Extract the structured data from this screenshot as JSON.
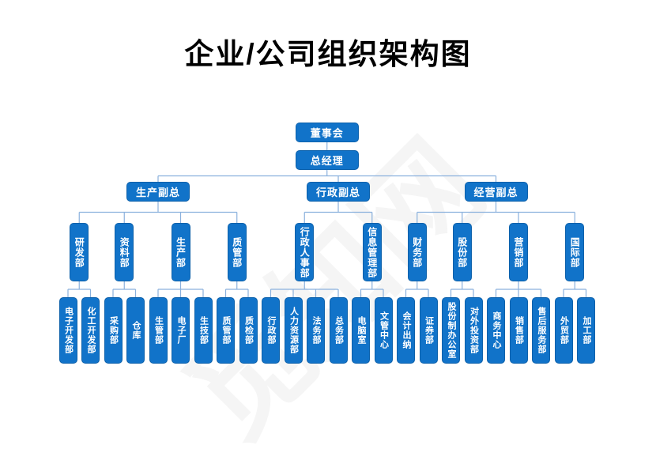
{
  "title": "企业/公司组织架构图",
  "watermark": "觅知网",
  "colors": {
    "box": "#1173c9",
    "box_border": "#0d61ab",
    "box_text": "#ffffff",
    "connector": "#8ab1dd",
    "title": "#000000"
  },
  "tree": {
    "label": "董事会",
    "children": [
      {
        "label": "总经理",
        "children": [
          {
            "label": "生产副总",
            "children": [
              {
                "label": "研发部",
                "children": [
                  {
                    "label": "电子开发部"
                  },
                  {
                    "label": "化工开发部"
                  }
                ]
              },
              {
                "label": "资料部",
                "children": [
                  {
                    "label": "采购部"
                  },
                  {
                    "label": "仓库"
                  }
                ]
              },
              {
                "label": "生产部",
                "children": [
                  {
                    "label": "生管部"
                  },
                  {
                    "label": "电子厂"
                  },
                  {
                    "label": "生技部"
                  }
                ]
              },
              {
                "label": "质管部",
                "children": [
                  {
                    "label": "质管部"
                  },
                  {
                    "label": "质检部"
                  }
                ]
              }
            ]
          },
          {
            "label": "行政副总",
            "children": [
              {
                "label": "行政人事部",
                "children": [
                  {
                    "label": "行政部"
                  },
                  {
                    "label": "人力资源部"
                  },
                  {
                    "label": "法务部"
                  },
                  {
                    "label": "总务部"
                  }
                ]
              },
              {
                "label": "信息管理部",
                "children": [
                  {
                    "label": "电脑室"
                  },
                  {
                    "label": "文管中心"
                  }
                ]
              }
            ]
          },
          {
            "label": "经营副总",
            "children": [
              {
                "label": "财务部",
                "children": [
                  {
                    "label": "会计出纳"
                  },
                  {
                    "label": "证券部"
                  }
                ]
              },
              {
                "label": "股份部",
                "children": [
                  {
                    "label": "股份制办公室"
                  },
                  {
                    "label": "对外投资部"
                  }
                ]
              },
              {
                "label": "营销部",
                "children": [
                  {
                    "label": "商务中心"
                  },
                  {
                    "label": "销售部"
                  },
                  {
                    "label": "售后服务部"
                  }
                ]
              },
              {
                "label": "国际部",
                "children": [
                  {
                    "label": "外贸部"
                  },
                  {
                    "label": "加工部"
                  }
                ]
              }
            ]
          }
        ]
      }
    ]
  }
}
